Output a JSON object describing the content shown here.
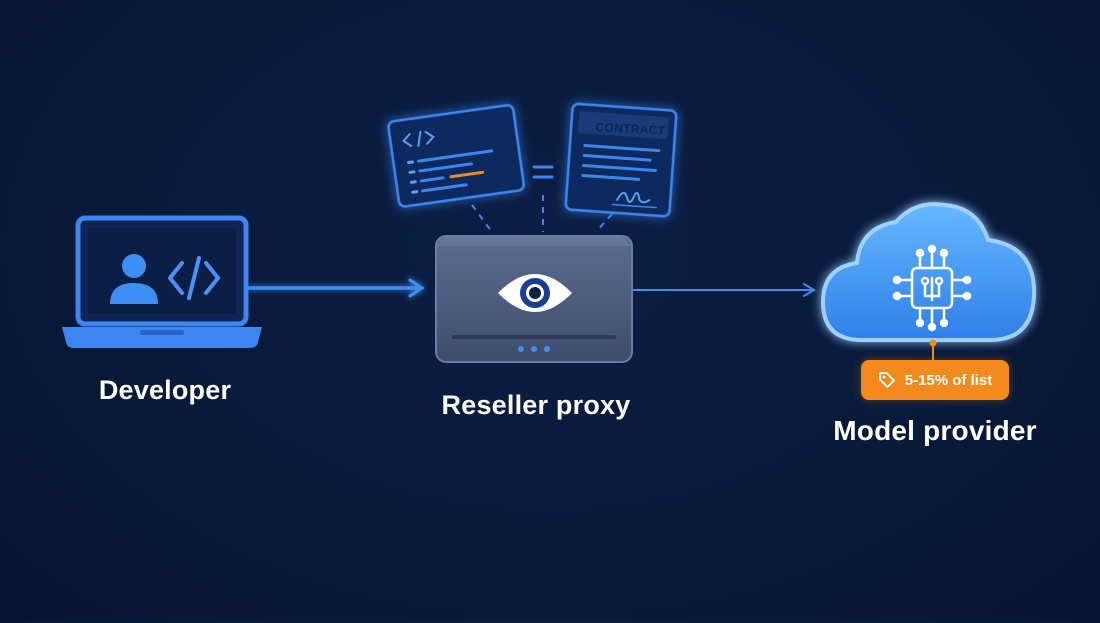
{
  "nodes": {
    "developer": {
      "label": "Developer"
    },
    "proxy": {
      "label": "Reseller proxy"
    },
    "model": {
      "label": "Model provider"
    }
  },
  "contract": {
    "title": "CONTRACT"
  },
  "price_badge": {
    "text": "5-15% of list",
    "icon": "price-tag-icon"
  },
  "icons": {
    "developer": [
      "laptop-icon",
      "user-icon",
      "code-icon"
    ],
    "proxy": [
      "server-box-icon",
      "eye-icon"
    ],
    "model": [
      "cloud-icon",
      "ai-chip-icon"
    ],
    "documents": [
      "code-document-icon",
      "contract-document-icon",
      "signature-icon"
    ]
  },
  "colors": {
    "background": "#081a3a",
    "accent": "#2f80ff",
    "badge": "#f28a1e",
    "cloud": "#4aa3ff"
  }
}
